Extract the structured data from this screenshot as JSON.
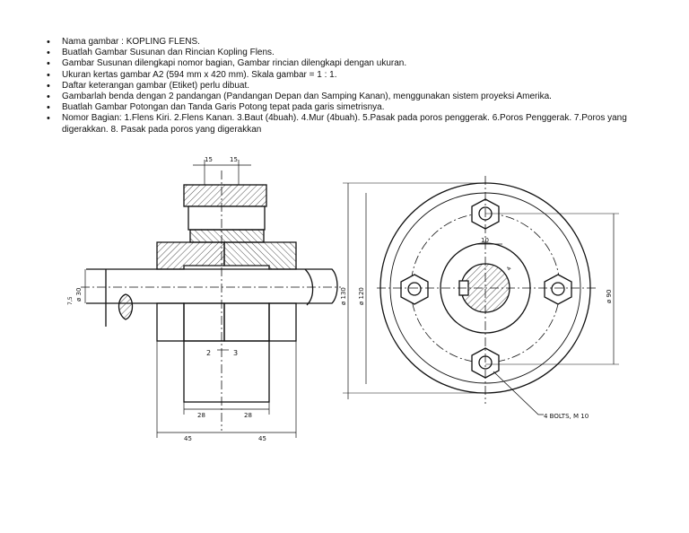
{
  "instructions": [
    "Nama gambar : KOPLING FLENS.",
    "Buatlah Gambar Susunan dan Rincian Kopling Flens.",
    "Gambar Susunan dilengkapi nomor bagian, Gambar rincian dilengkapi dengan ukuran.",
    "Ukuran kertas gambar A2 (594 mm x 420 mm). Skala gambar = 1 : 1.",
    "Daftar keterangan gambar (Etiket) perlu dibuat.",
    "Gambarlah benda dengan 2 pandangan (Pandangan Depan dan Samping Kanan), menggunakan sistem proyeksi Amerika.",
    "Buatlah Gambar Potongan dan Tanda Garis Potong tepat pada garis simetrisnya.",
    "Nomor Bagian: 1.Flens Kiri.  2.Flens Kanan.  3.Baut (4buah).  4.Mur (4buah).  5.Pasak pada poros penggerak.  6.Poros Penggerak.  7.Poros yang digerakkan. 8. Pasak pada poros yang digerakkan"
  ],
  "drawing": {
    "front": {
      "dim_top_left": "15",
      "dim_top_right": "15",
      "dim_shaft_dia": "ø 30",
      "dim_key_depth": "7,5",
      "label_part_2": "2",
      "label_part_3": "3",
      "dim_hub_left": "28",
      "dim_hub_right": "28",
      "dim_total_left": "45",
      "dim_total_right": "45"
    },
    "side": {
      "dim_key_width": "10",
      "dim_key_small": "4",
      "dim_outer": "ø 130",
      "dim_bolt_circle": "ø 120",
      "dim_hub": "ø 90",
      "bolt_note": "4 BOLTS, M 10"
    }
  }
}
